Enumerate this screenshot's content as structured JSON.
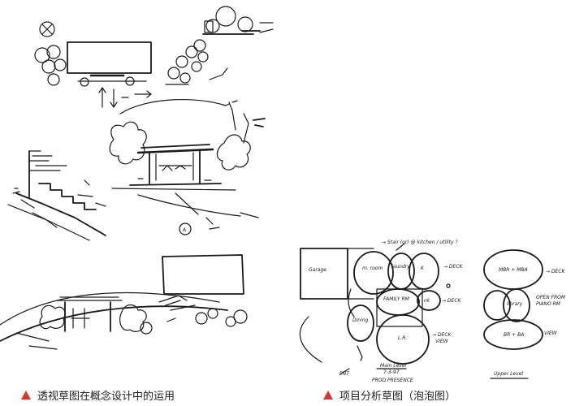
{
  "captions": {
    "left": "透视草图在概念设计中的运用",
    "right": "项目分析草图（泡泡图）"
  },
  "sketch_labels": {
    "circle_marker": "A",
    "bubbles": {
      "garage": "Garage",
      "mudroom": "m. room",
      "laundry": "laundry",
      "kitchen": "K",
      "family_room": "FAMILY RM",
      "nook": "nk",
      "dining": "Dining",
      "living_room": "L.R.",
      "master_suite": "MBR + MBA",
      "library": "library",
      "bedroom_bath": "BR + BA"
    },
    "notes": {
      "stair_note": "→ Stair (or) @ kitchen / utility ?",
      "deck_1": "→ DECK",
      "deck_2": "→ DECK",
      "deck_3": "→ DECK",
      "deck_4": "→ DECK",
      "view_1": "VIEW",
      "view_2": "VIEW",
      "open_from": "OPEN FROM",
      "piano": "PIANO RM",
      "main_level": "Main Level",
      "main_date": "7-3-97",
      "upper_level": "Upper Level",
      "presence": "PROD PRESENCE",
      "ent": "ENT"
    }
  },
  "colors": {
    "ink": "#1a1a1a",
    "accent_triangle": "#e0322b"
  }
}
